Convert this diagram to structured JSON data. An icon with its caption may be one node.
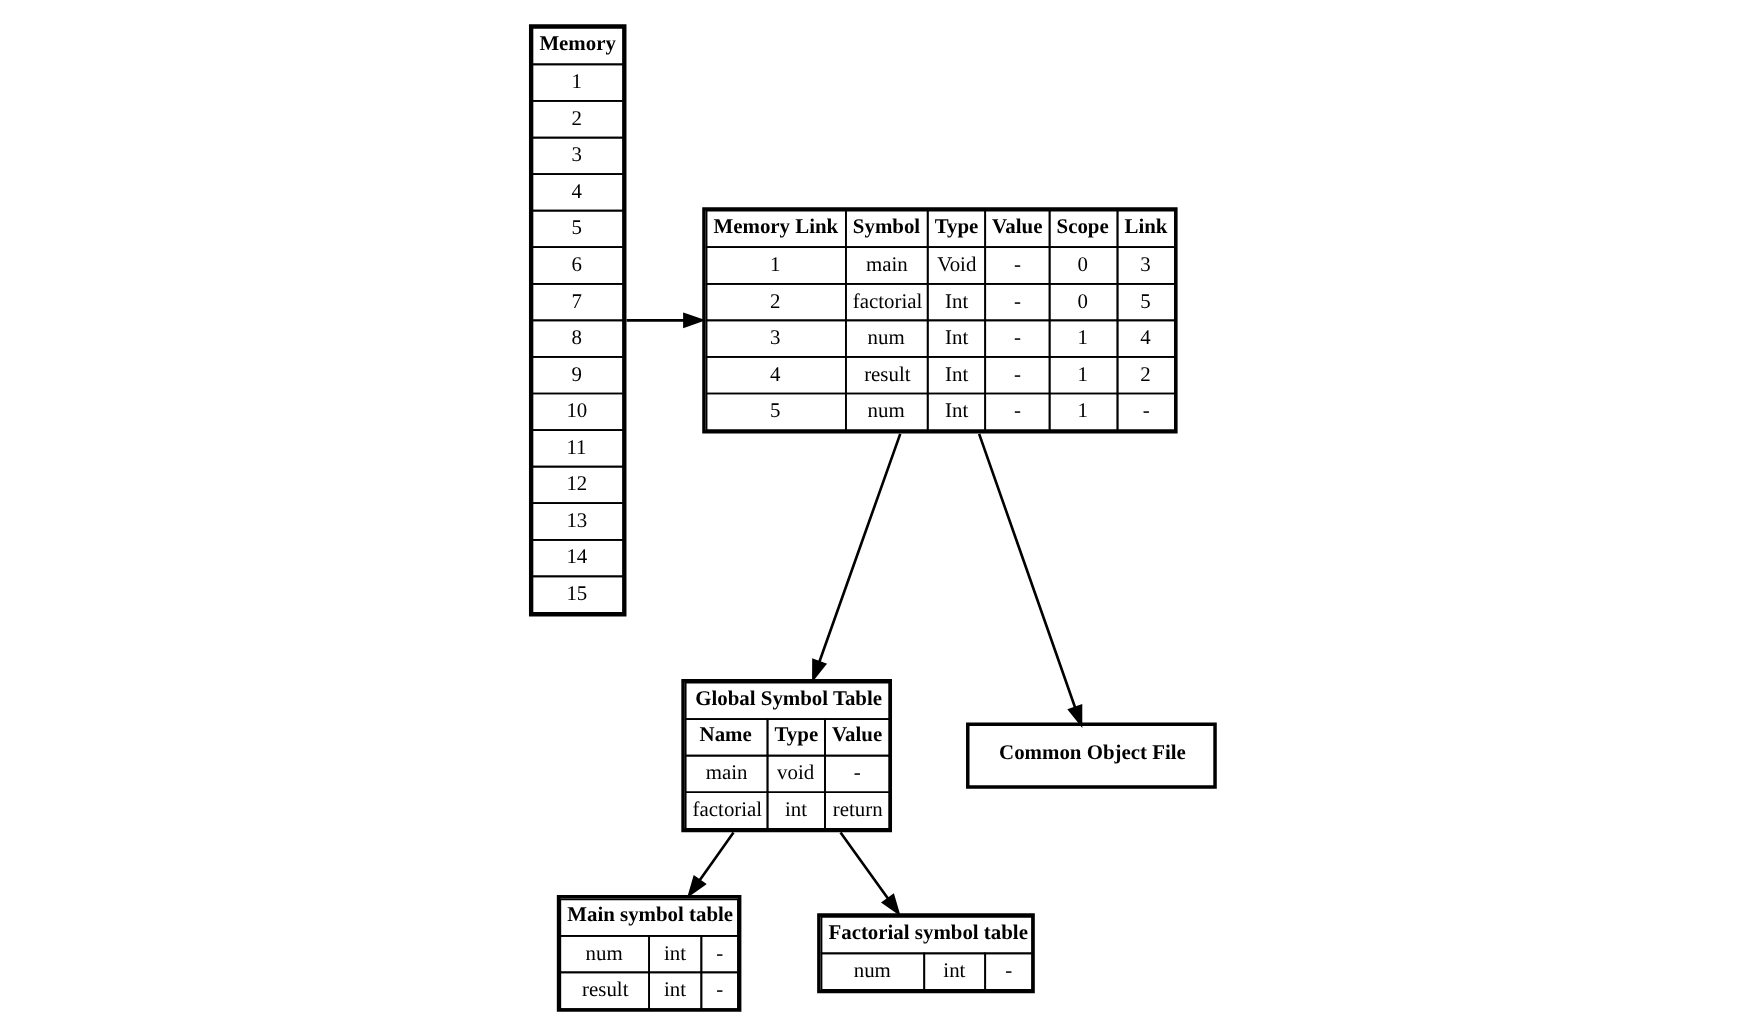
{
  "diagram": {
    "nodes": [
      {
        "text": [
          "Memory",
          "1",
          "2",
          "3",
          "4",
          "5",
          "6",
          "7",
          "8",
          "9",
          "10",
          "11",
          "12",
          "13",
          "14",
          "15"
        ]
      },
      {
        "text": [
          "Memory Link",
          "Symbol",
          "Type",
          "Value",
          "Scope",
          "Link",
          "1",
          "main",
          "Void",
          "-",
          "0",
          "3",
          "2",
          "factorial",
          "Int",
          "-",
          "0",
          "5",
          "3",
          "num",
          "Int",
          "-",
          "1",
          "4",
          "4",
          "result",
          "Int",
          "-",
          "1",
          "2",
          "5",
          "num",
          "Int",
          "-",
          "1",
          "-"
        ]
      },
      {
        "text": [
          "Global Symbol Table",
          "Name",
          "Type",
          "Value",
          "main",
          "void",
          "-",
          "factorial",
          "int",
          "return"
        ]
      },
      {
        "text": [
          "Common Object File"
        ]
      },
      {
        "text": [
          "Main symbol table",
          "num",
          "int",
          "-",
          "result",
          "int",
          "-"
        ]
      },
      {
        "text": [
          "Factorial symbol table",
          "num",
          "int",
          "-"
        ]
      }
    ],
    "edges": [
      {
        "from": 0,
        "to": 1,
        "arrow": "to"
      },
      {
        "from": 1,
        "to": 2,
        "arrow": "to"
      },
      {
        "from": 1,
        "to": 3,
        "arrow": "to"
      },
      {
        "from": 2,
        "to": 4,
        "arrow": "to"
      },
      {
        "from": 2,
        "to": 5,
        "arrow": "to"
      }
    ]
  }
}
